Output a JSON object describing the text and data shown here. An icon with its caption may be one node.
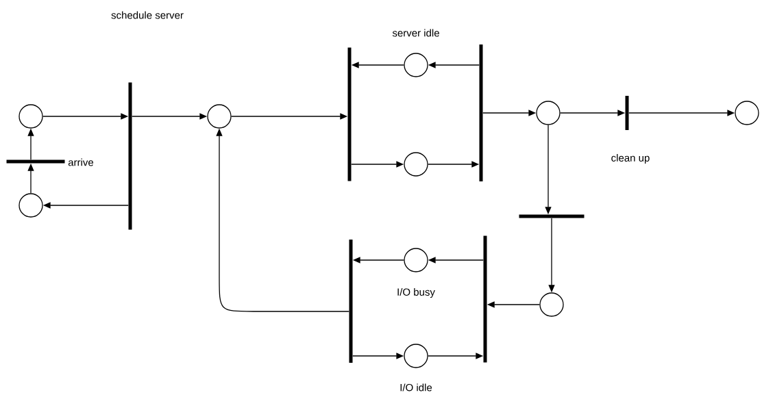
{
  "diagram": {
    "nodes": [
      {
        "text": [],
        "shape": "circle"
      },
      {
        "text": [],
        "shape": "bar",
        "beside": [
          "arrive"
        ]
      },
      {
        "text": [],
        "shape": "circle"
      },
      {
        "text": [],
        "shape": "bar"
      },
      {
        "text": [],
        "shape": "circle"
      },
      {
        "text": [],
        "shape": "bar"
      },
      {
        "text": [],
        "shape": "circle",
        "beside": [
          "server idle"
        ]
      },
      {
        "text": [],
        "shape": "circle"
      },
      {
        "text": [],
        "shape": "bar"
      },
      {
        "text": [],
        "shape": "circle"
      },
      {
        "text": [],
        "shape": "bar",
        "beside": [
          "clean up"
        ]
      },
      {
        "text": [],
        "shape": "circle"
      },
      {
        "text": [],
        "shape": "bar"
      },
      {
        "text": [],
        "shape": "circle"
      },
      {
        "text": [],
        "shape": "bar"
      },
      {
        "text": [],
        "shape": "circle",
        "beside": [
          "I/O busy"
        ]
      },
      {
        "text": [],
        "shape": "circle",
        "beside": [
          "I/O idle"
        ]
      },
      {
        "text": [],
        "shape": "bar"
      }
    ],
    "edges": [
      {
        "from": 2,
        "to": 1,
        "arrow": "to"
      },
      {
        "from": 1,
        "to": 0,
        "arrow": "to"
      },
      {
        "from": 0,
        "to": 3,
        "arrow": "to"
      },
      {
        "from": 3,
        "to": 2,
        "arrow": "to"
      },
      {
        "from": 3,
        "to": 4,
        "arrow": "to"
      },
      {
        "from": 4,
        "to": 5,
        "arrow": "to"
      },
      {
        "from": 8,
        "to": 6,
        "arrow": "to"
      },
      {
        "from": 6,
        "to": 5,
        "arrow": "to"
      },
      {
        "from": 5,
        "to": 7,
        "arrow": "to"
      },
      {
        "from": 7,
        "to": 8,
        "arrow": "to"
      },
      {
        "from": 8,
        "to": 9,
        "arrow": "to"
      },
      {
        "from": 9,
        "to": 10,
        "arrow": "to"
      },
      {
        "from": 10,
        "to": 11,
        "arrow": "to"
      },
      {
        "from": 9,
        "to": 12,
        "arrow": "to"
      },
      {
        "from": 12,
        "to": 13,
        "arrow": "to"
      },
      {
        "from": 13,
        "to": 14,
        "arrow": "to"
      },
      {
        "from": 14,
        "to": 15,
        "arrow": "to"
      },
      {
        "from": 15,
        "to": 17,
        "arrow": "to"
      },
      {
        "from": 17,
        "to": 16,
        "arrow": "to"
      },
      {
        "from": 16,
        "to": 14,
        "arrow": "to"
      },
      {
        "from": 17,
        "to": 4,
        "arrow": "to"
      }
    ],
    "labels": [
      "schedule server"
    ]
  }
}
